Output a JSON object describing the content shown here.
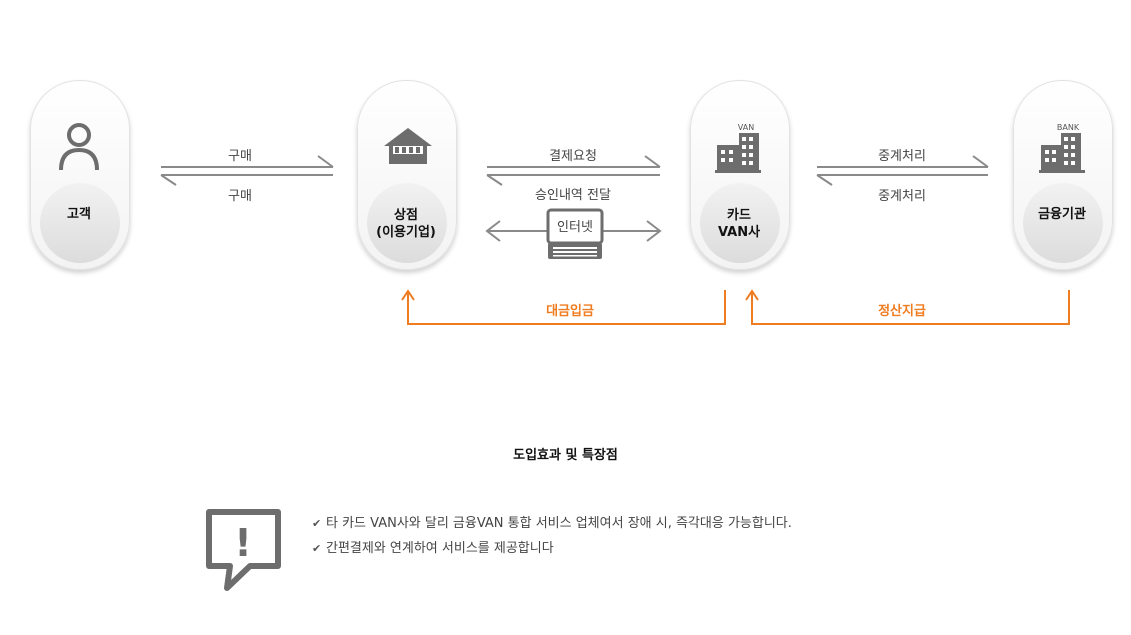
{
  "nodes": {
    "customer": {
      "label": "고객"
    },
    "merchant": {
      "label_line1": "상점",
      "label_line2": "(이용기업)"
    },
    "card_van": {
      "icon_caption": "VAN",
      "label_line1": "카드",
      "label_line2": "VAN사"
    },
    "bank": {
      "icon_caption": "BANK",
      "label": "금융기관"
    }
  },
  "flows": {
    "purchase_out": "구매",
    "purchase_in": "구매",
    "payment_request": "결제요청",
    "approval_delivery": "승인내역 전달",
    "internet": "인터넷",
    "relay_out": "중계처리",
    "relay_in": "중계처리",
    "deposit": "대금입금",
    "settlement": "정산지급"
  },
  "features": {
    "title": "도입효과 및 특장점",
    "items": [
      "타 카드 VAN사와 달리 금융VAN 통합 서비스 업체여서 장애 시, 즉각대응 가능합니다.",
      "간편결제와 연계하여 서비스를 제공합니다"
    ],
    "check_glyph": "✔",
    "alert_glyph": "!"
  },
  "colors": {
    "accent_orange": "#f07c20",
    "icon_gray": "#6d6d6d",
    "arrow_gray": "#8a8a8a"
  }
}
